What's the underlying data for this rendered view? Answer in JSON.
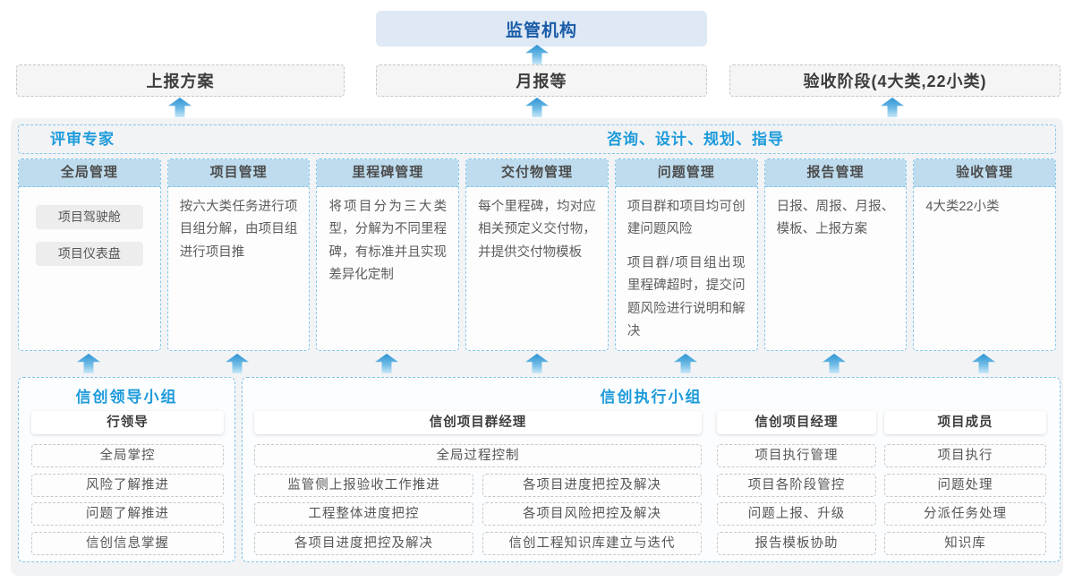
{
  "top": {
    "regulator": "监管机构"
  },
  "stages": {
    "left": "上报方案",
    "middle": "月报等",
    "right": "验收阶段(4大类,22小类)"
  },
  "panel": {
    "strip_left": "评审专家",
    "strip_right": "咨询、设计、规划、指导",
    "columns": [
      {
        "title": "全局管理",
        "chips": [
          "项目驾驶舱",
          "项目仪表盘"
        ]
      },
      {
        "title": "项目管理",
        "paragraphs": [
          "按六大类任务进行项目组分解，由项目组进行项目推"
        ]
      },
      {
        "title": "里程碑管理",
        "paragraphs": [
          "将项目分为三大类型，分解为不同里程碑，有标准并且实现差异化定制"
        ]
      },
      {
        "title": "交付物管理",
        "paragraphs": [
          "每个里程碑，均对应相关预定义交付物，并提供交付物模板"
        ]
      },
      {
        "title": "问题管理",
        "paragraphs": [
          "项目群和项目均可创建问题风险",
          "项目群/项目组出现里程碑超时，提交问题风险进行说明和解决"
        ]
      },
      {
        "title": "报告管理",
        "paragraphs": [
          "日报、周报、月报、模板、上报方案"
        ]
      },
      {
        "title": "验收管理",
        "paragraphs": [
          "4大类22小类"
        ]
      }
    ]
  },
  "leadership": {
    "title": "信创领导小组",
    "role": "行领导",
    "items": [
      "全局掌控",
      "风险了解推进",
      "问题了解推进",
      "信创信息掌握"
    ]
  },
  "execution": {
    "title": "信创执行小组",
    "group_manager": {
      "role": "信创项目群经理",
      "full_item": "全局过程控制",
      "left_items": [
        "监管侧上报验收工作推进",
        "工程整体进度把控",
        "各项目进度把控及解决"
      ],
      "right_items": [
        "各项目进度把控及解决",
        "各项目风险把控及解决",
        "信创工程知识库建立与迭代"
      ]
    },
    "project_manager": {
      "role": "信创项目经理",
      "items": [
        "项目执行管理",
        "项目各阶段管控",
        "问题上报、升级",
        "报告模板协助"
      ]
    },
    "member": {
      "role": "项目成员",
      "items": [
        "项目执行",
        "问题处理",
        "分派任务处理",
        "知识库"
      ]
    }
  },
  "colors": {
    "accent_blue": "#1e9bdb",
    "dark_blue": "#1a5ca8",
    "header_fill": "#bedcee",
    "panel_fill": "#f2f3f5",
    "blue_dash": "#85c6e9",
    "gray_dash": "#c6c6c6",
    "arrow_top": "#2d93d3",
    "arrow_bottom": "#c9e7f8"
  }
}
